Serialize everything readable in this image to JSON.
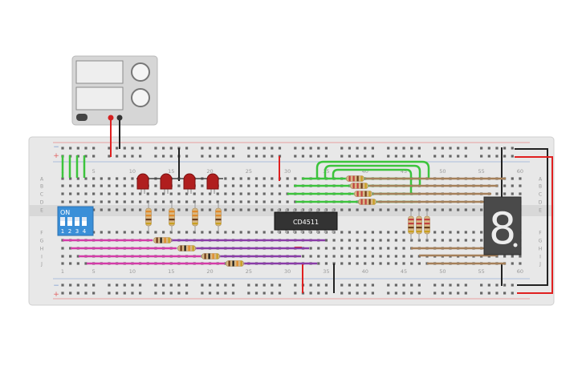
{
  "chip": {
    "label": "CD4511"
  },
  "dip_switch": {
    "on_label": "ON",
    "positions": [
      "1",
      "2",
      "3",
      "4"
    ]
  },
  "seven_segment": {
    "digit": "8"
  },
  "breadboard": {
    "column_numbers": [
      "1",
      "5",
      "10",
      "15",
      "20",
      "25",
      "30",
      "35",
      "40",
      "45",
      "50",
      "55",
      "60"
    ],
    "row_letters_top": [
      "A",
      "B",
      "C",
      "D",
      "E"
    ],
    "row_letters_bottom": [
      "F",
      "G",
      "H",
      "I",
      "J"
    ],
    "rail_plus": "+",
    "rail_minus": "−"
  },
  "colors": {
    "green_wire": "#3cc43c",
    "magenta_wire": "#d43ca8",
    "purple_wire": "#8a3ca8",
    "brown_wire": "#a5805a",
    "red_wire": "#e02020",
    "black_wire": "#222222",
    "led": "#b01e1e",
    "dip_body": "#3a8fd8"
  }
}
